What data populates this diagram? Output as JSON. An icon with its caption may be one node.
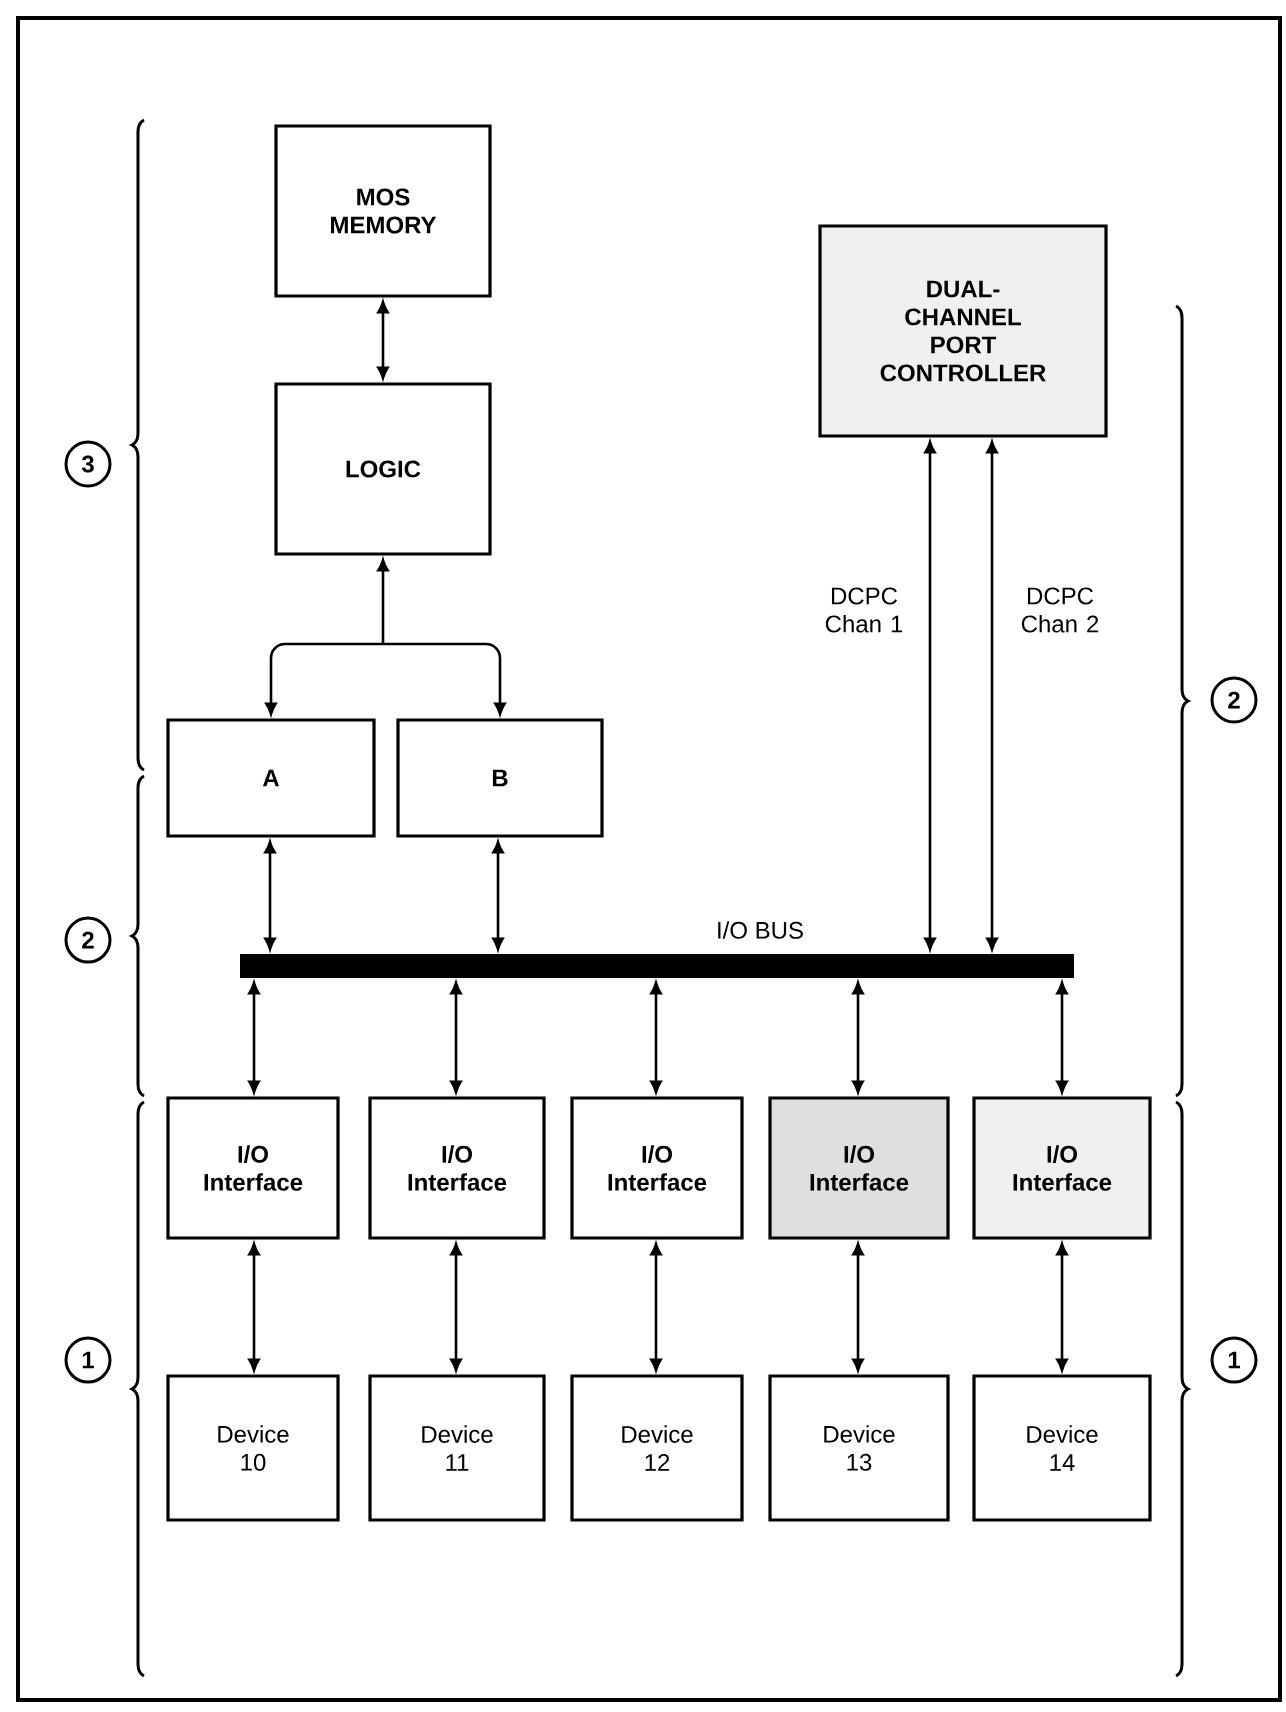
{
  "diagram": {
    "nodes": [
      {
        "text": [
          "MOS MEMORY"
        ]
      },
      {
        "text": [
          "LOGIC"
        ]
      },
      {
        "text": [
          "A"
        ]
      },
      {
        "text": [
          "B"
        ]
      },
      {
        "text": [
          "DUAL-CHANNEL PORT CONTROLLER"
        ]
      },
      {
        "text": [
          "I/O BUS"
        ]
      },
      {
        "text": [
          "I/O Interface"
        ]
      },
      {
        "text": [
          "I/O Interface"
        ]
      },
      {
        "text": [
          "I/O Interface"
        ]
      },
      {
        "text": [
          "I/O Interface"
        ]
      },
      {
        "text": [
          "I/O Interface"
        ]
      },
      {
        "text": [
          "Device 10"
        ]
      },
      {
        "text": [
          "Device 11"
        ]
      },
      {
        "text": [
          "Device 12"
        ]
      },
      {
        "text": [
          "Device 13"
        ]
      },
      {
        "text": [
          "Device 14"
        ]
      }
    ],
    "edges": [
      {
        "from": 0,
        "to": 1,
        "arrow": "both"
      },
      {
        "from": 1,
        "to": 2,
        "arrow": "both"
      },
      {
        "from": 1,
        "to": 3,
        "arrow": "both"
      },
      {
        "from": 2,
        "to": 5,
        "arrow": "both"
      },
      {
        "from": 3,
        "to": 5,
        "arrow": "both"
      },
      {
        "from": 4,
        "to": 5,
        "arrow": "both",
        "label": "DCPC Chan 1"
      },
      {
        "from": 4,
        "to": 5,
        "arrow": "both",
        "label": "DCPC Chan 2"
      },
      {
        "from": 5,
        "to": 6,
        "arrow": "both"
      },
      {
        "from": 5,
        "to": 7,
        "arrow": "both"
      },
      {
        "from": 5,
        "to": 8,
        "arrow": "both"
      },
      {
        "from": 5,
        "to": 9,
        "arrow": "both"
      },
      {
        "from": 5,
        "to": 10,
        "arrow": "both"
      },
      {
        "from": 6,
        "to": 11,
        "arrow": "both"
      },
      {
        "from": 7,
        "to": 12,
        "arrow": "both"
      },
      {
        "from": 8,
        "to": 13,
        "arrow": "both"
      },
      {
        "from": 9,
        "to": 14,
        "arrow": "both"
      },
      {
        "from": 10,
        "to": 15,
        "arrow": "both"
      }
    ],
    "labels": [
      "3",
      "2",
      "2",
      "1",
      "1"
    ]
  }
}
